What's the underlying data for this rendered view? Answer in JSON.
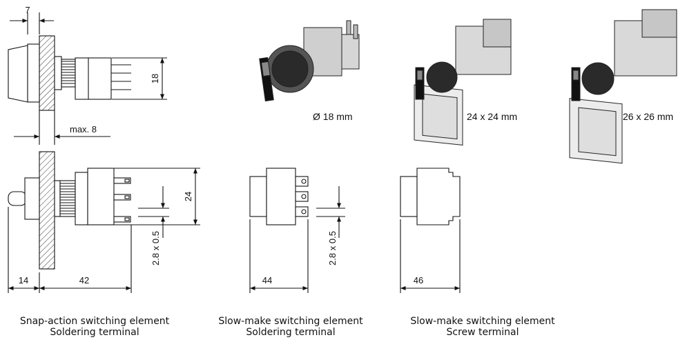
{
  "dimensions": {
    "panel_clearance": "7",
    "max_panel": "max. 8",
    "diameter_small": "18",
    "height": "24",
    "pin_size": "2.8 x 0.5",
    "pin_size_2": "2.8 x 0.5",
    "front": "14",
    "len_snap": "42",
    "len_slow_solder": "44",
    "len_slow_screw": "46"
  },
  "sizes": {
    "round": "Ø 18 mm",
    "square24": "24 x 24 mm",
    "square26": "26 x 26 mm"
  },
  "captions": [
    {
      "line1": "Snap-action switching element",
      "line2": "Soldering terminal"
    },
    {
      "line1": "Slow-make switching element",
      "line2": "Soldering terminal"
    },
    {
      "line1": "Slow-make switching element",
      "line2": "Screw terminal"
    }
  ]
}
